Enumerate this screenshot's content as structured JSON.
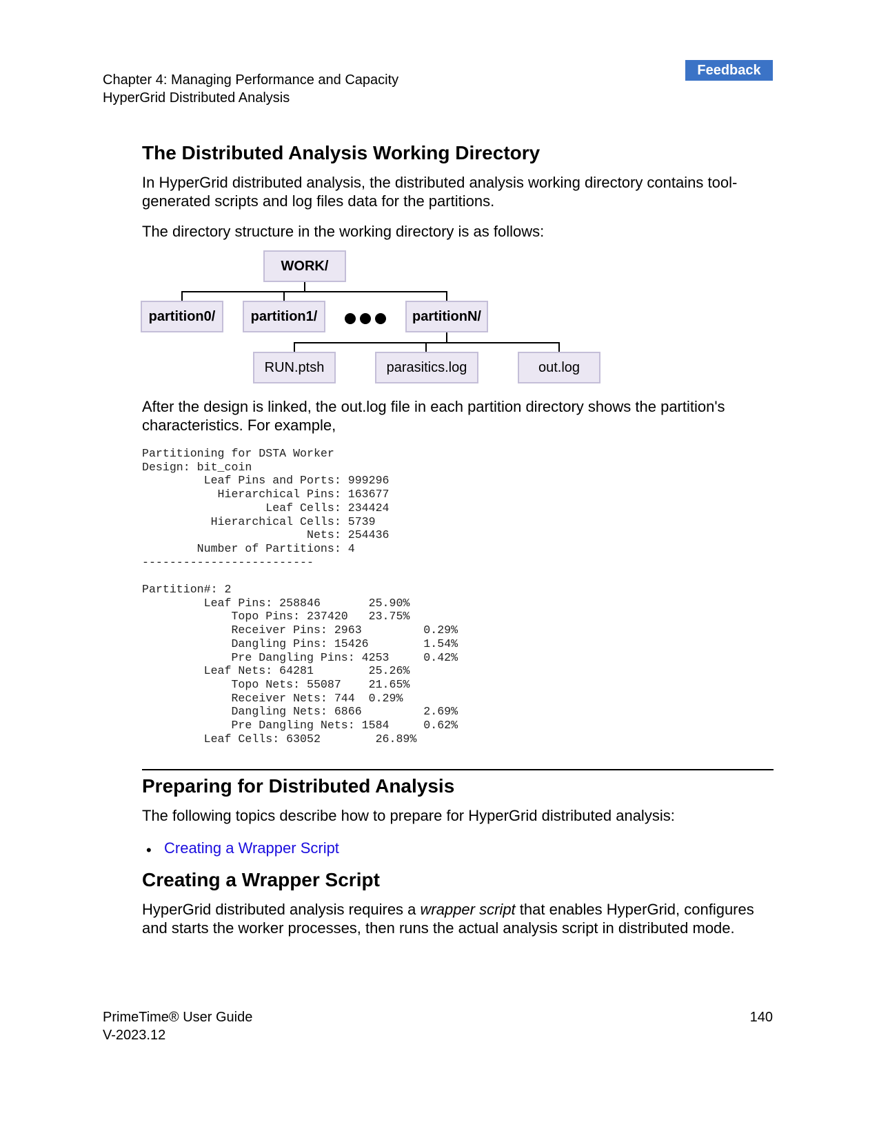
{
  "header": {
    "feedback_label": "Feedback",
    "chapter": "Chapter 4: Managing Performance and Capacity",
    "section": "HyperGrid Distributed Analysis"
  },
  "section1": {
    "title": "The Distributed Analysis Working Directory",
    "intro": "In HyperGrid distributed analysis, the distributed analysis working directory contains tool-generated scripts and log files data for the partitions.",
    "structure_text": "The directory structure in the working directory is as follows:",
    "tree": {
      "root": "WORK/",
      "partitions": [
        "partition0/",
        "partition1/",
        "partitionN/"
      ],
      "files": [
        "RUN.ptsh",
        "parasitics.log",
        "out.log"
      ]
    },
    "after_text": "After the design is linked, the out.log file in each partition directory shows the partition's characteristics. For example,",
    "code": "Partitioning for DSTA Worker\nDesign: bit_coin\n         Leaf Pins and Ports: 999296\n           Hierarchical Pins: 163677\n                  Leaf Cells: 234424\n          Hierarchical Cells: 5739\n                        Nets: 254436\n        Number of Partitions: 4\n-------------------------\n\nPartition#: 2\n         Leaf Pins: 258846       25.90%\n             Topo Pins: 237420   23.75%\n             Receiver Pins: 2963         0.29%\n             Dangling Pins: 15426        1.54%\n             Pre Dangling Pins: 4253     0.42%\n         Leaf Nets: 64281        25.26%\n             Topo Nets: 55087    21.65%\n             Receiver Nets: 744  0.29%\n             Dangling Nets: 6866         2.69%\n             Pre Dangling Nets: 1584     0.62%\n         Leaf Cells: 63052        26.89%"
  },
  "section2": {
    "title": "Preparing for Distributed Analysis",
    "intro": "The following topics describe how to prepare for HyperGrid distributed analysis:",
    "bullet": "•",
    "links": [
      "Creating a Wrapper Script"
    ]
  },
  "section3": {
    "title": "Creating a Wrapper Script",
    "text_before": "HyperGrid distributed analysis requires a ",
    "text_italic": "wrapper script",
    "text_after": " that enables HyperGrid, configures and starts the worker processes, then runs the actual analysis script in distributed mode."
  },
  "footer": {
    "guide": "PrimeTime® User Guide",
    "version": "V-2023.12",
    "page": "140"
  }
}
